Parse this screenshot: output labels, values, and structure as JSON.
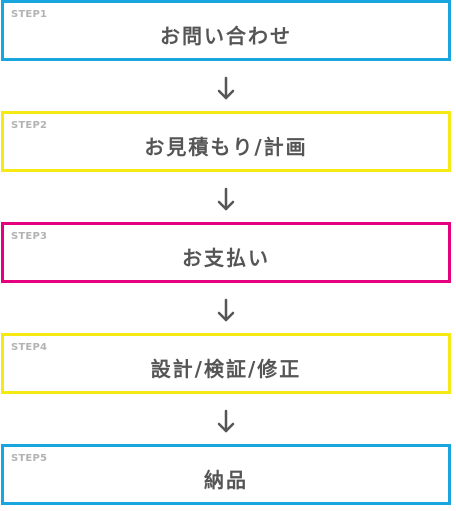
{
  "steps": [
    {
      "label": "STEP1",
      "title": "お問い合わせ",
      "color": "#19a6df"
    },
    {
      "label": "STEP2",
      "title": "お見積もり/計画",
      "color": "#f5ea14"
    },
    {
      "label": "STEP3",
      "title": "お支払い",
      "color": "#e4007f"
    },
    {
      "label": "STEP4",
      "title": "設計/検証/修正",
      "color": "#f5ea14"
    },
    {
      "label": "STEP5",
      "title": "納品",
      "color": "#19a6df"
    }
  ],
  "arrow_icon": "arrow-down-icon",
  "arrow_color": "#555555"
}
